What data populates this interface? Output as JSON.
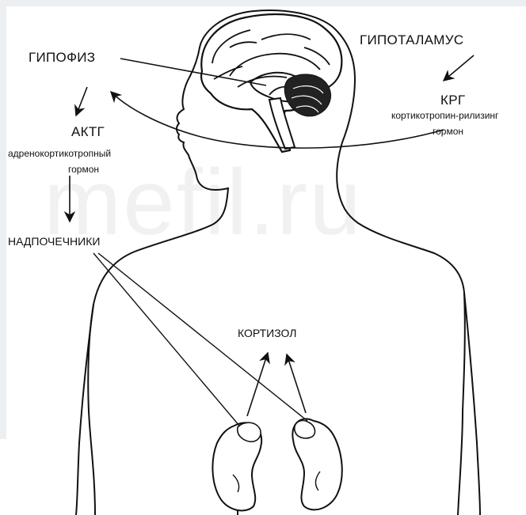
{
  "labels": {
    "hypothalamus": "ГИПОТАЛАМУС",
    "pituitary": "ГИПОФИЗ",
    "krg": "КРГ",
    "krg_full_1": "кортикотропин-рилизинг",
    "krg_full_2": "гормон",
    "actg": "АКТГ",
    "actg_full_1": "адренокортикотропный",
    "actg_full_2": "гормон",
    "adrenals": "НАДПОЧЕЧНИКИ",
    "cortisol": "КОРТИЗОЛ"
  },
  "watermark": "mefil.ru",
  "colors": {
    "line": "#111111",
    "background": "#ffffff",
    "frame": "#eceff1",
    "watermark": "#f1f1f1"
  }
}
